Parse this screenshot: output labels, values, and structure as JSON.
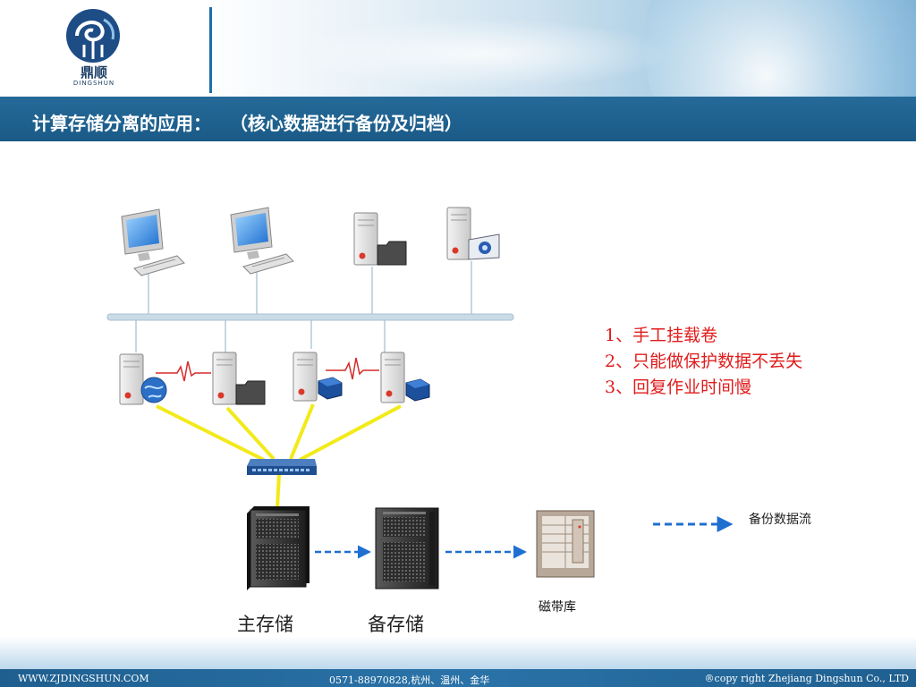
{
  "brand": {
    "logo_cn": "鼎顺",
    "logo_en": "DINGSHUN"
  },
  "slide": {
    "title": "计算存储分离的应用：   （核心数据进行备份及归档）"
  },
  "notes": [
    "1、手工挂载卷",
    "2、只能做保护数据不丢失",
    "3、回复作业时间慢"
  ],
  "legend": {
    "label": "备份数据流",
    "color": "#1f6fd0"
  },
  "storage_labels": {
    "main": "主存储",
    "backup": "备存储",
    "tape": "磁带库"
  },
  "footer": {
    "website": "WWW.ZJDINGSHUN.COM",
    "contact": "0571-88970828,杭州、温州、金华",
    "copyright": "®copy right Zhejiang Dingshun Co., LTD"
  },
  "colors": {
    "title_bar": "#1a5a87",
    "notes_text": "#e01b1b",
    "cable": "#f2ea1a",
    "lan_bus": "#c8dbe6"
  },
  "icons": {
    "clients": [
      "desktop-pc-icon",
      "desktop-pc-icon",
      "file-server-icon",
      "media-server-icon"
    ],
    "cluster": [
      "web-server-icon",
      "file-server-icon",
      "app-server-icon",
      "app-server-icon"
    ],
    "switch": "network-switch-icon",
    "storage": [
      "storage-array-icon",
      "storage-array-icon",
      "tape-library-icon"
    ]
  }
}
